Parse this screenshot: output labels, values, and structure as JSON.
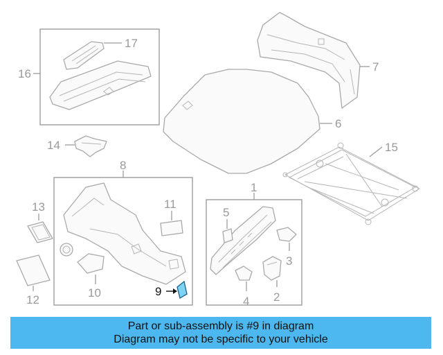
{
  "callouts": {
    "c1": "1",
    "c2": "2",
    "c3": "3",
    "c4": "4",
    "c5": "5",
    "c6": "6",
    "c7": "7",
    "c8": "8",
    "c9": "9",
    "c10": "10",
    "c11": "11",
    "c12": "12",
    "c13": "13",
    "c14": "14",
    "c15": "15",
    "c16": "16",
    "c17": "17"
  },
  "highlighted_part": "9",
  "colors": {
    "banner_bg": "#4db8ef",
    "highlight_fill": "#7fd3f2",
    "line_gray": "#a9a9a9"
  },
  "banner": {
    "line1": "Part or sub-assembly is #9 in diagram",
    "line2": "Diagram may not be specific to your vehicle"
  }
}
